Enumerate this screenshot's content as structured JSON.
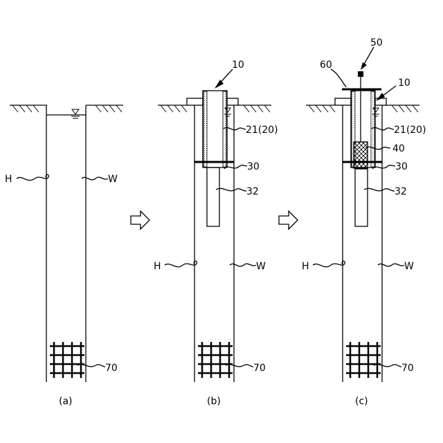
{
  "figure": {
    "panel_a": {
      "caption": "(a)",
      "labels": {
        "hole": "H",
        "water": "W",
        "grid": "70"
      }
    },
    "panel_b": {
      "caption": "(b)",
      "labels": {
        "assembly": "10",
        "casing": "21(20)",
        "plate": "30",
        "rod": "32",
        "hole": "H",
        "water": "W",
        "grid": "70"
      }
    },
    "panel_c": {
      "caption": "(c)",
      "labels": {
        "top": "50",
        "cover": "60",
        "assembly": "10",
        "casing": "21(20)",
        "block": "40",
        "plate": "30",
        "rod": "32",
        "hole": "H",
        "water": "W",
        "grid": "70"
      }
    },
    "step_arrows": [
      "arrow",
      "arrow"
    ]
  }
}
